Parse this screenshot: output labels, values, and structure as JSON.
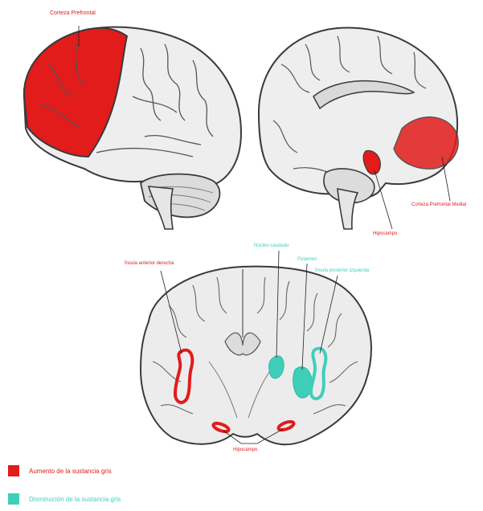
{
  "labels": {
    "prefrontal_cortex": "Corteza Prefrontal",
    "ventromedial_prefrontal": "Corteza Prefrontal Medial",
    "hippocampus_sagittal": "Hipocampo",
    "right_anterior_insula": "Ínsula anterior derecha",
    "left_caudate": "Núcleo caudado",
    "putamen": "Putamen",
    "left_posterior_insula": "Ínsula posterior izquierda",
    "hippocampus_coronal": "Hipocampo"
  },
  "legend": {
    "increase": {
      "label": "Aumento de la sustancia gris",
      "color": "#e21b1b"
    },
    "decrease": {
      "label": "Disminución de la sustancia gris",
      "color": "#3fcfb8"
    }
  },
  "colors": {
    "red": "#e21b1b",
    "teal": "#3fcfb8",
    "brain_fill": "#eeeeee",
    "outline": "#3a3a3a"
  }
}
